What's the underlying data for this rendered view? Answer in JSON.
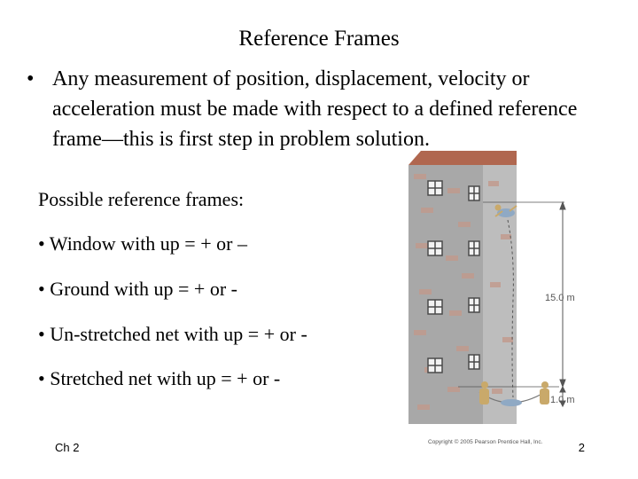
{
  "slide": {
    "title": "Reference Frames",
    "bullet_symbol": "•",
    "bullet_text": "Any measurement of position, displacement, velocity or acceleration must be made with respect to a defined reference frame—this is first step in problem solution.",
    "frames_heading": "Possible reference frames:",
    "frames": [
      "• Window with up = + or –",
      "• Ground with up = + or -",
      "• Un-stretched net with up = + or -",
      "• Stretched net with up = + or -"
    ],
    "footer_left": "Ch 2",
    "page_number": "2"
  },
  "figure": {
    "height_label_top": "15.0 m",
    "height_label_bottom": "1.0 m",
    "copyright": "Copyright © 2005 Pearson Prentice Hall, Inc."
  },
  "colors": {
    "building_wall": "#a8a8a8",
    "brick": "#c29a8c",
    "roof": "#b0674f",
    "window_frame": "#4a4a4a",
    "window_glass": "#f2f2f2",
    "dim_line": "#555555",
    "person": "#c9a96a"
  }
}
